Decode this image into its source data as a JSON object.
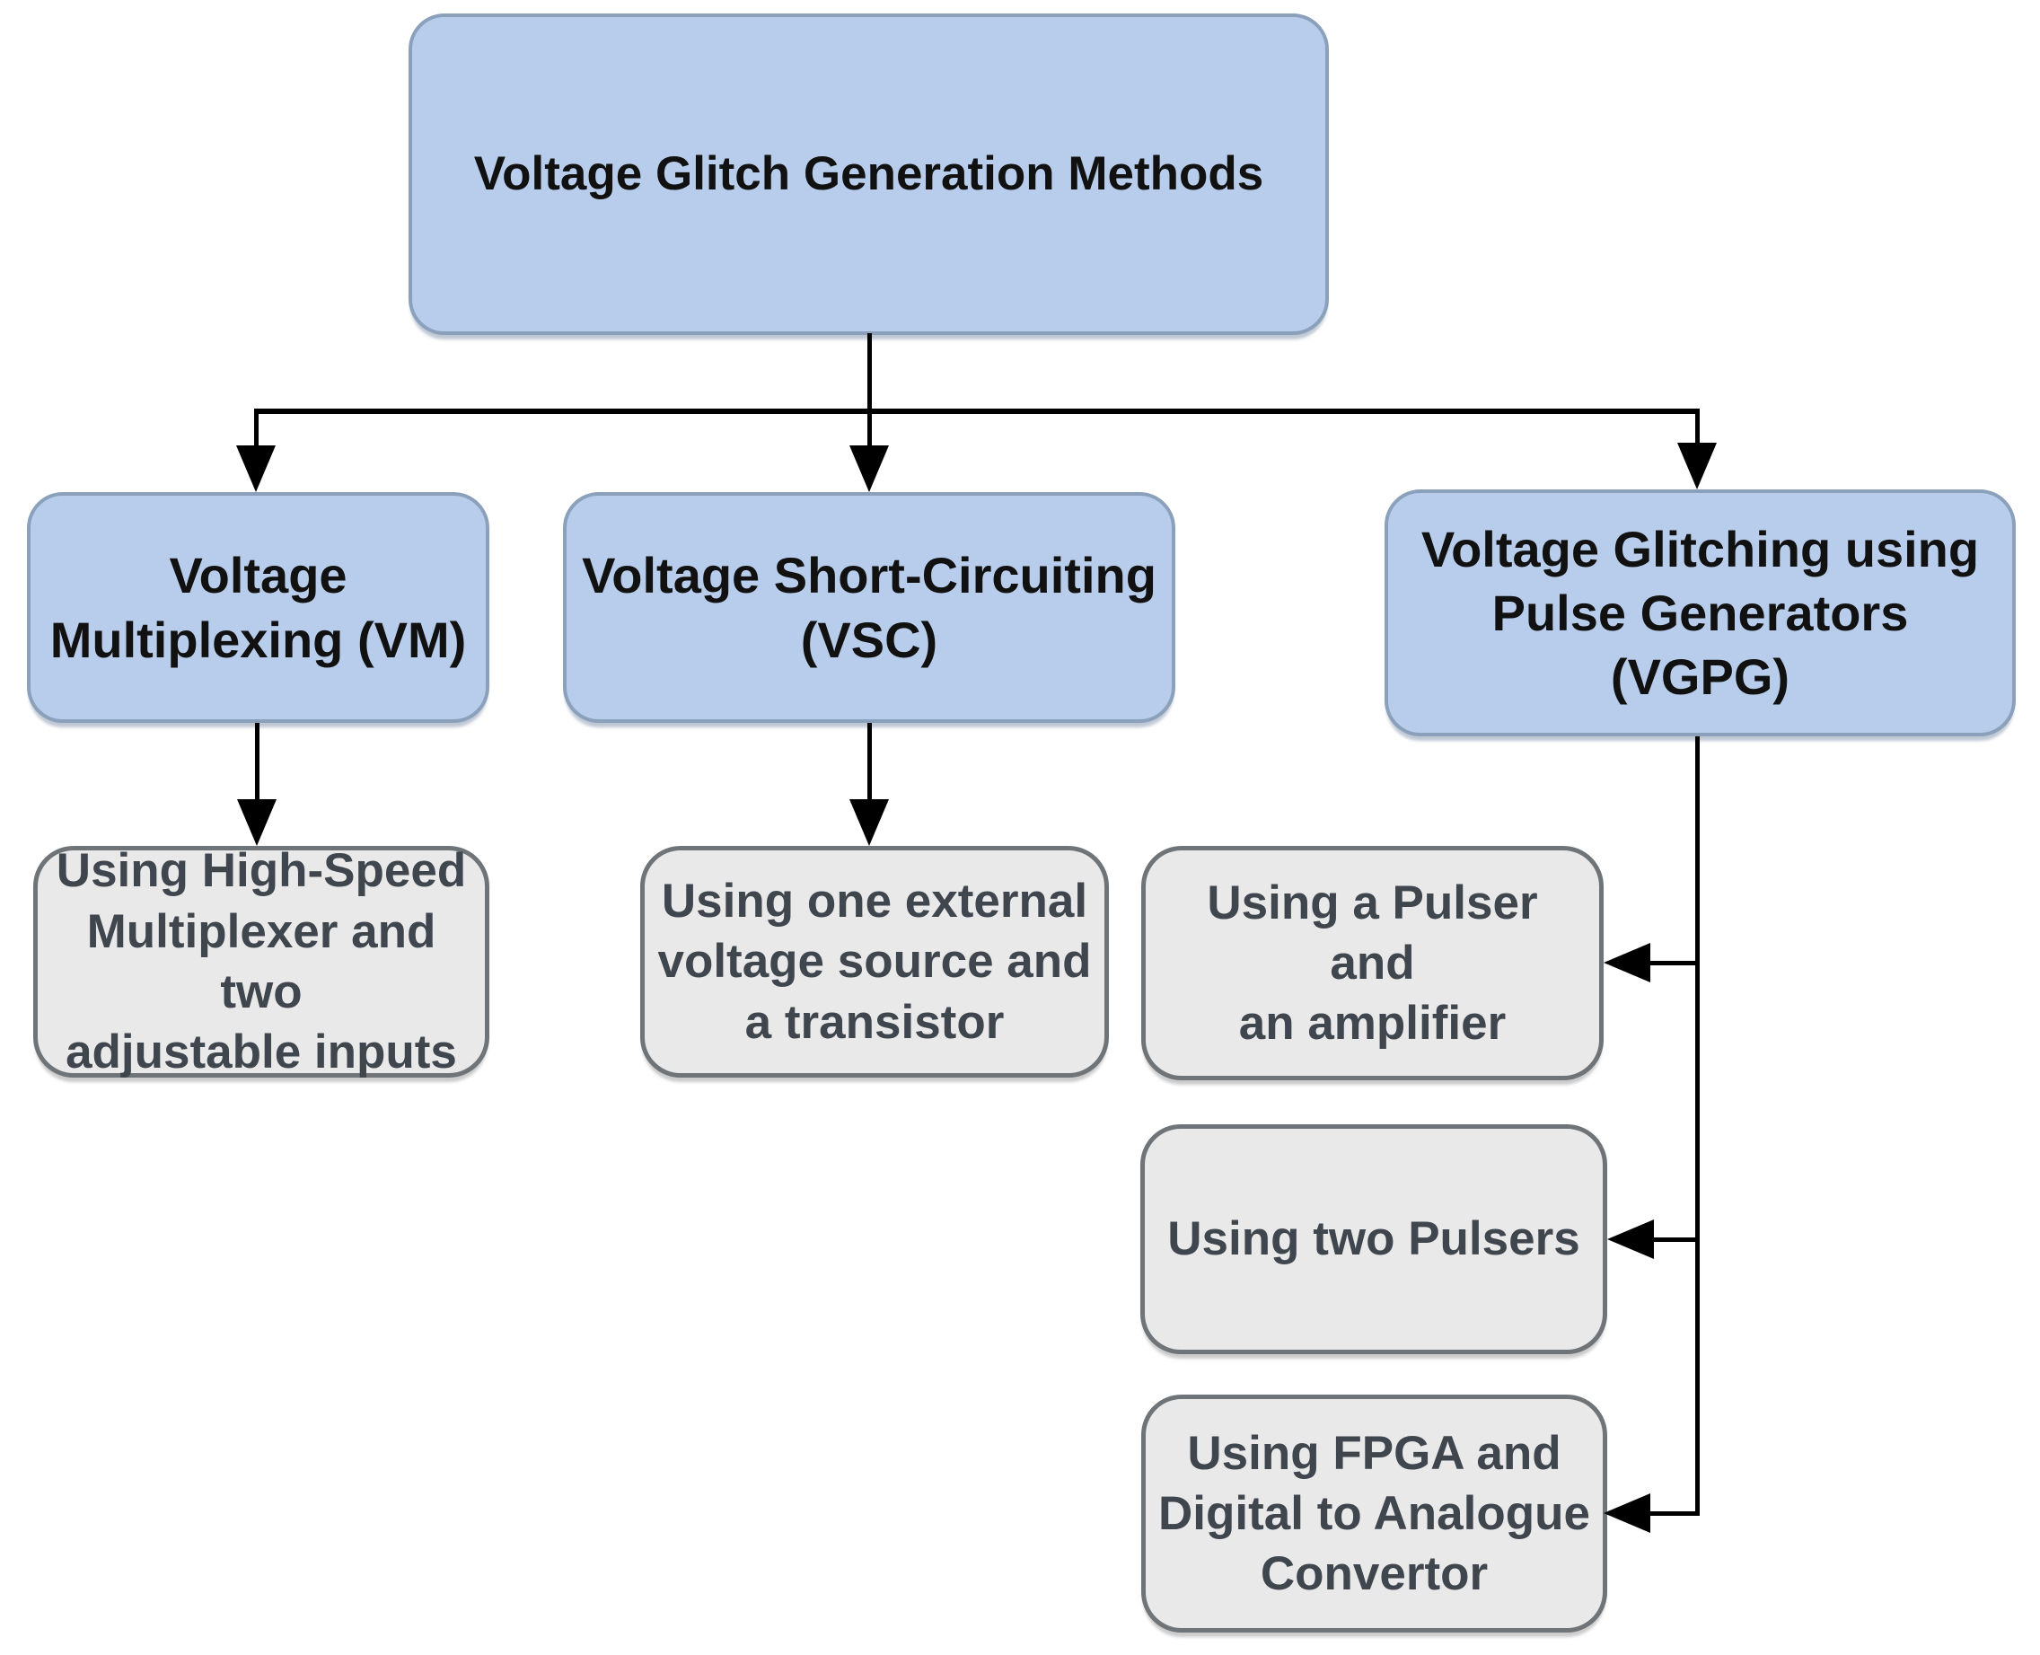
{
  "diagram": {
    "title": "Voltage Glitch Generation Methods",
    "nodes": {
      "root": {
        "id": "root",
        "type": "category",
        "label": "Voltage Glitch Generation Methods",
        "lines": [
          "Voltage Glitch Generation Methods"
        ]
      },
      "vm": {
        "id": "vm",
        "type": "category",
        "label": "Voltage Multiplexing (VM)",
        "lines": [
          "Voltage",
          "Multiplexing (VM)"
        ]
      },
      "vsc": {
        "id": "vsc",
        "type": "category",
        "label": "Voltage Short-Circuiting (VSC)",
        "lines": [
          "Voltage Short-Circuiting",
          "(VSC)"
        ]
      },
      "vgpg": {
        "id": "vgpg",
        "type": "category",
        "label": "Voltage Glitching using Pulse Generators (VGPG)",
        "lines": [
          "Voltage Glitching using",
          "Pulse Generators",
          "(VGPG)"
        ]
      },
      "mux": {
        "id": "mux",
        "type": "method",
        "label": "Using High-Speed Multiplexer and two adjustable inputs",
        "lines": [
          "Using High-Speed",
          "Multiplexer and two",
          "adjustable inputs"
        ]
      },
      "ext_source": {
        "id": "ext_source",
        "type": "method",
        "label": "Using one external voltage source and a transistor",
        "lines": [
          "Using one external",
          "voltage source and",
          "a transistor"
        ]
      },
      "pulser_amp": {
        "id": "pulser_amp",
        "type": "method",
        "label": "Using a Pulser and an amplifier",
        "lines": [
          "Using a Pulser and",
          "an amplifier"
        ]
      },
      "two_pulsers": {
        "id": "two_pulsers",
        "type": "method",
        "label": "Using two Pulsers",
        "lines": [
          "Using two Pulsers"
        ]
      },
      "fpga_dac": {
        "id": "fpga_dac",
        "type": "method",
        "label": "Using FPGA and Digital to Analogue Convertor",
        "lines": [
          "Using FPGA and",
          "Digital to Analogue",
          "Convertor"
        ]
      }
    },
    "edges": [
      {
        "from": "root",
        "to": "vm"
      },
      {
        "from": "root",
        "to": "vsc"
      },
      {
        "from": "root",
        "to": "vgpg"
      },
      {
        "from": "vm",
        "to": "mux"
      },
      {
        "from": "vsc",
        "to": "ext_source"
      },
      {
        "from": "vgpg",
        "to": "pulser_amp"
      },
      {
        "from": "vgpg",
        "to": "two_pulsers"
      },
      {
        "from": "vgpg",
        "to": "fpga_dac"
      }
    ],
    "colors": {
      "category_fill": "#b8cdeb",
      "category_border": "#8ba0bb",
      "category_text": "#111111",
      "method_fill": "#e9e9e9",
      "method_border": "#6f7479",
      "method_text": "#3f464e",
      "arrow": "#000000",
      "background": "#ffffff"
    }
  }
}
